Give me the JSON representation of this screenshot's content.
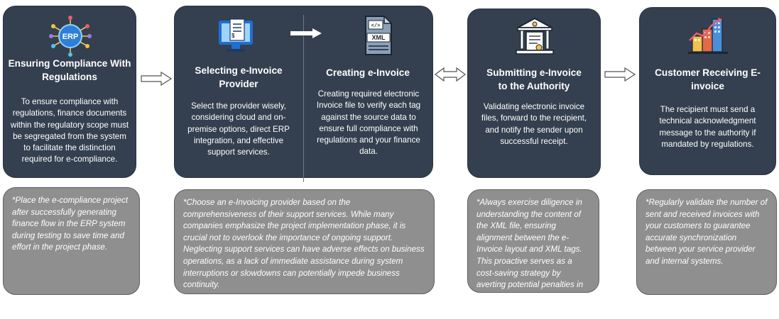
{
  "steps": [
    {
      "title": "Ensuring Compliance With Regulations",
      "body": "To ensure compliance with regulations, finance documents within the regulatory scope must be segregated from the system to facilitate the distinction required for e-compliance.",
      "icon": "erp-network-icon",
      "icon_text": "ERP",
      "note": "*Place the e-compliance project after successfully generating finance flow in the ERP system during testing to save time and effort in the project phase."
    },
    {
      "title": "Selecting e-Invoice Provider",
      "body": "Select the provider wisely, considering cloud and on-premise options, direct ERP integration, and effective support services.",
      "icon": "monitor-invoice-icon",
      "note": "*Choose an e-Invoicing provider based on the comprehensiveness of their support services. While many companies emphasize the project implementation phase, it is crucial not to overlook the importance of ongoing support. Neglecting support services can have adverse effects on business operations, as a lack of immediate assistance during system interruptions or slowdowns can potentially impede business continuity."
    },
    {
      "title": "Creating e-Invoice",
      "body": "Creating required electronic Invoice file to verify each tag against the source data to ensure full compliance with regulations and your finance data.",
      "icon": "xml-file-icon",
      "icon_text": "XML"
    },
    {
      "title": "Submitting e-Invoice to the Authority",
      "body": "Validating electronic invoice files, forward to the recipient, and notify the sender upon successful receipt.",
      "icon": "authority-building-icon",
      "note": "*Always exercise diligence in understanding the content of the XML file, ensuring alignment between the e-Invoice layout and XML tags. This proactive serves as a cost-saving strategy by averting potential penalties in the event of an audit."
    },
    {
      "title": "Customer Receiving E-invoice",
      "body": "The recipient must send a technical acknowledgment message to the authority if mandated by regulations.",
      "icon": "city-growth-icon",
      "note": "*Regularly validate the number of sent and received invoices with your customers to guarantee accurate synchronization between your service provider and internal systems."
    }
  ],
  "colors": {
    "card": "#34404f",
    "note": "#8f8f8f",
    "text": "#ffffff"
  }
}
